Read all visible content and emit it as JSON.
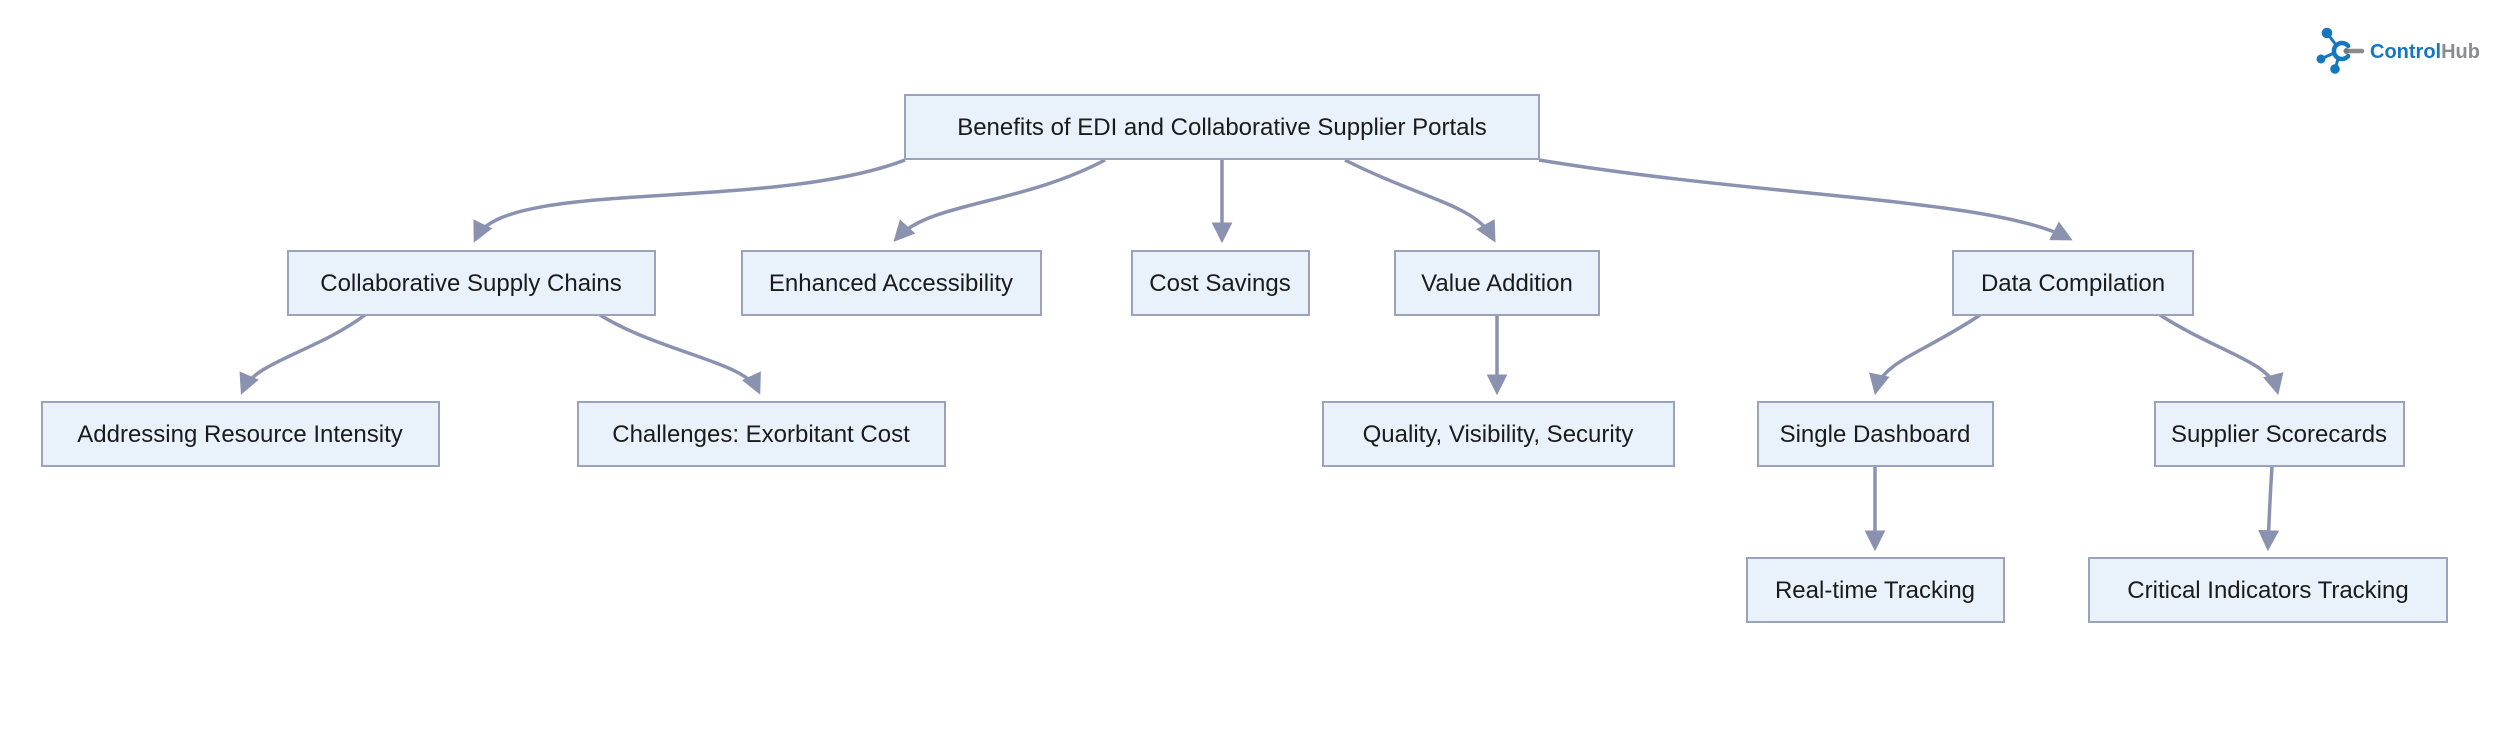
{
  "logo": {
    "brand_primary": "Control",
    "brand_secondary": "Hub",
    "primary_color": "#1577BE",
    "secondary_color": "#8A8D90",
    "icon": "hub-molecule-icon"
  },
  "diagram": {
    "type": "flowchart",
    "direction": "top-down",
    "style": {
      "node_fill": "#E9F2FB",
      "node_border": "#9AA2BC",
      "edge_color": "#8B92AF",
      "text_color": "#1B1B1B",
      "background": "#FFFFFF"
    },
    "nodes": [
      {
        "id": "root",
        "label": "Benefits of EDI and Collaborative Supplier Portals",
        "parent": null
      },
      {
        "id": "csc",
        "label": "Collaborative Supply Chains",
        "parent": "root"
      },
      {
        "id": "ea",
        "label": "Enhanced Accessibility",
        "parent": "root"
      },
      {
        "id": "cs",
        "label": "Cost Savings",
        "parent": "root"
      },
      {
        "id": "va",
        "label": "Value Addition",
        "parent": "root"
      },
      {
        "id": "dc",
        "label": "Data Compilation",
        "parent": "root"
      },
      {
        "id": "ari",
        "label": "Addressing Resource Intensity",
        "parent": "csc"
      },
      {
        "id": "cec",
        "label": "Challenges: Exorbitant Cost",
        "parent": "csc"
      },
      {
        "id": "qvs",
        "label": "Quality, Visibility, Security",
        "parent": "va"
      },
      {
        "id": "sd",
        "label": "Single Dashboard",
        "parent": "dc"
      },
      {
        "id": "ss",
        "label": "Supplier Scorecards",
        "parent": "dc"
      },
      {
        "id": "rtt",
        "label": "Real-time Tracking",
        "parent": "sd"
      },
      {
        "id": "cit",
        "label": "Critical Indicators Tracking",
        "parent": "ss"
      }
    ],
    "edges": [
      {
        "from": "root",
        "to": "csc"
      },
      {
        "from": "root",
        "to": "ea"
      },
      {
        "from": "root",
        "to": "cs"
      },
      {
        "from": "root",
        "to": "va"
      },
      {
        "from": "root",
        "to": "dc"
      },
      {
        "from": "csc",
        "to": "ari"
      },
      {
        "from": "csc",
        "to": "cec"
      },
      {
        "from": "va",
        "to": "qvs"
      },
      {
        "from": "dc",
        "to": "sd"
      },
      {
        "from": "dc",
        "to": "ss"
      },
      {
        "from": "sd",
        "to": "rtt"
      },
      {
        "from": "ss",
        "to": "cit"
      }
    ]
  }
}
